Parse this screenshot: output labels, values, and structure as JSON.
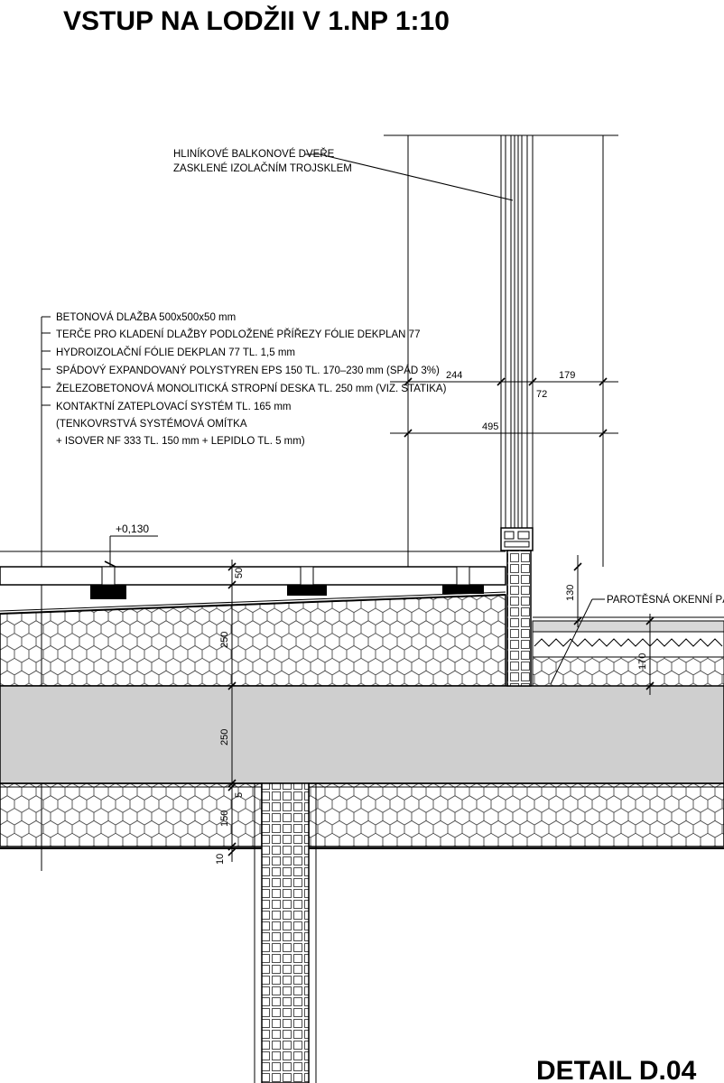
{
  "title": "VSTUP NA LODŽII V 1.NP  1:10",
  "detail_label": "DETAIL D.04",
  "door_note": [
    "HLINÍKOVÉ BALKONOVÉ DVEŘE",
    "ZASKLENÉ IZOLAČNÍM TROJSKLEM"
  ],
  "layer_notes": [
    "BETONOVÁ DLAŽBA 500x500x50 mm",
    "TERČE PRO KLADENÍ DLAŽBY PODLOŽENÉ PŘÍŘEZY FÓLIE DEKPLAN 77",
    "HYDROIZOLAČNÍ FÓLIE DEKPLAN 77 TL. 1,5 mm",
    "SPÁDOVÝ EXPANDOVANÝ POLYSTYREN EPS 150 TL. 170–230 mm (SPÁD 3%)",
    "ŽELEZOBETONOVÁ MONOLITICKÁ STROPNÍ DESKA TL. 250 mm (VIZ. STATIKA)",
    "KONTAKTNÍ ZATEPLOVACÍ SYSTÉM TL. 165 mm",
    "(TENKOVRSTVÁ SYSTÉMOVÁ OMÍTKA",
    "+ ISOVER NF 333 TL. 150 mm + LEPIDLO TL. 5 mm)"
  ],
  "level_mark": "+0,130",
  "tape_note": "PAROTĚSNÁ OKENNÍ PÁSKA",
  "dimensions": {
    "d244": "244",
    "d179": "179",
    "d72": "72",
    "d495": "495",
    "d50": "50",
    "d250a": "250",
    "d250b": "250",
    "d5": "5",
    "d150": "150",
    "d10": "10",
    "d130": "130",
    "d170": "170"
  }
}
